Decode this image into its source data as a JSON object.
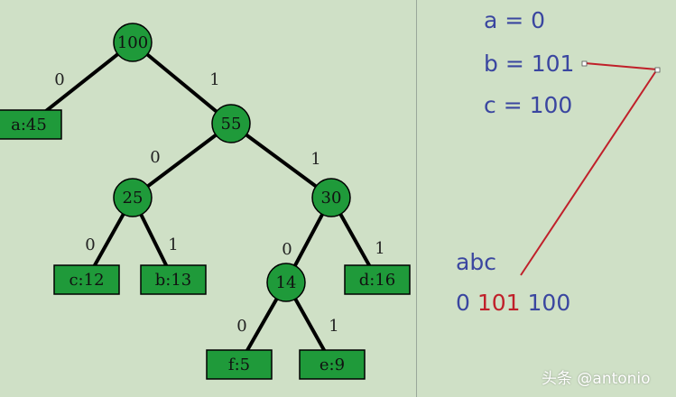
{
  "tree": {
    "internal_nodes": [
      {
        "id": "n100",
        "label": "100"
      },
      {
        "id": "n55",
        "label": "55"
      },
      {
        "id": "n25",
        "label": "25"
      },
      {
        "id": "n30",
        "label": "30"
      },
      {
        "id": "n14",
        "label": "14"
      }
    ],
    "leaves": [
      {
        "id": "a",
        "label": "a:45"
      },
      {
        "id": "c",
        "label": "c:12"
      },
      {
        "id": "b",
        "label": "b:13"
      },
      {
        "id": "d",
        "label": "d:16"
      },
      {
        "id": "f",
        "label": "f:5"
      },
      {
        "id": "e",
        "label": "e:9"
      }
    ],
    "edges": [
      {
        "from": "n100",
        "to": "a",
        "bit": "0"
      },
      {
        "from": "n100",
        "to": "n55",
        "bit": "1"
      },
      {
        "from": "n55",
        "to": "n25",
        "bit": "0"
      },
      {
        "from": "n55",
        "to": "n30",
        "bit": "1"
      },
      {
        "from": "n25",
        "to": "c",
        "bit": "0"
      },
      {
        "from": "n25",
        "to": "b",
        "bit": "1"
      },
      {
        "from": "n30",
        "to": "n14",
        "bit": "0"
      },
      {
        "from": "n30",
        "to": "d",
        "bit": "1"
      },
      {
        "from": "n14",
        "to": "f",
        "bit": "0"
      },
      {
        "from": "n14",
        "to": "e",
        "bit": "1"
      }
    ]
  },
  "codes": {
    "a": "a = 0",
    "b": "b = 101",
    "c": "c = 100"
  },
  "encoding": {
    "word": "abc",
    "part1": "0",
    "part2": "101",
    "part3": "100"
  },
  "watermark": "头条 @antonio",
  "colors": {
    "background": "#cfe0c6",
    "node_fill": "#1f9a3a",
    "text_blue": "#3a46a0",
    "highlight_red": "#c0202a"
  }
}
